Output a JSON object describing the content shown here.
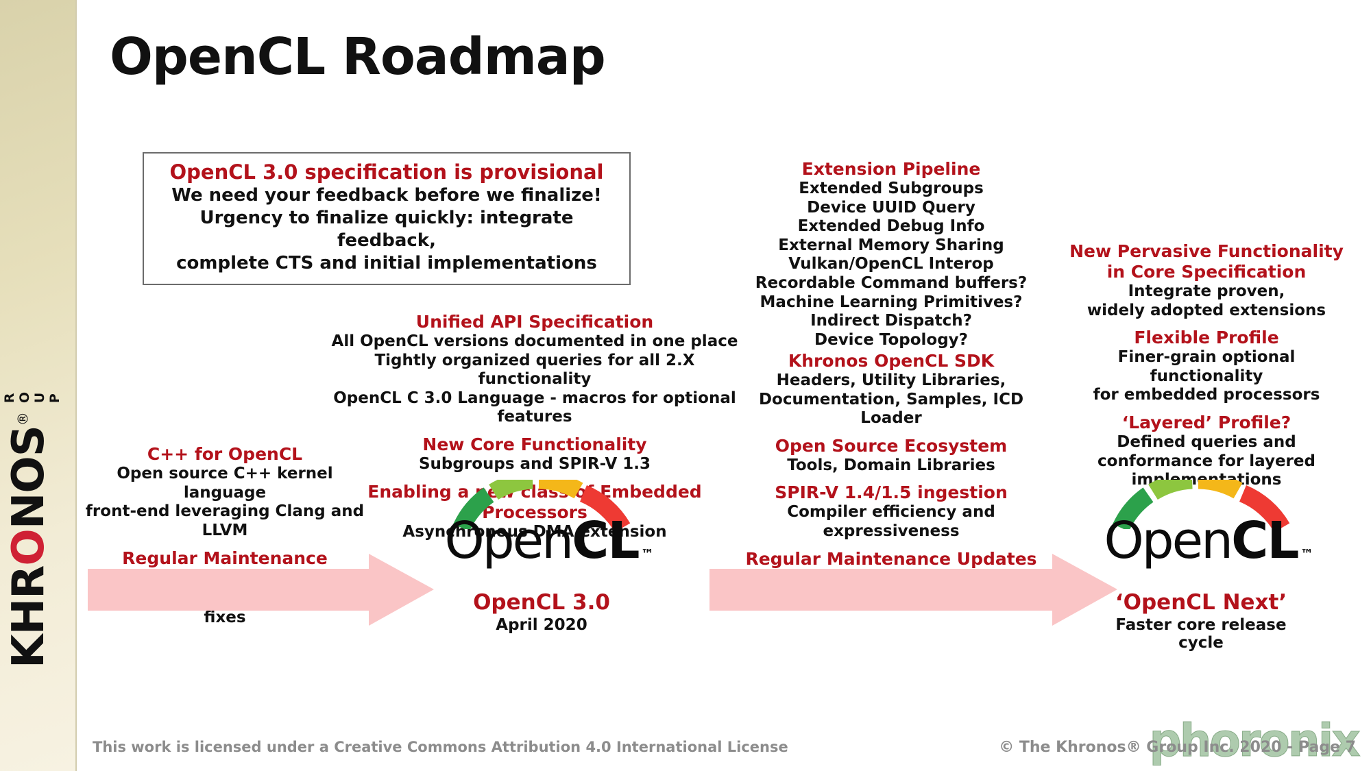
{
  "slide": {
    "title": "OpenCL Roadmap",
    "accent_red": "#b3121b",
    "arrow_color": "#fac5c6",
    "band_color": "#e6dfbb"
  },
  "brand_sidebar": {
    "name": "KHRONOS",
    "registered": "®",
    "group": "G R O U P"
  },
  "callout": {
    "heading": "OpenCL 3.0 specification is provisional",
    "line1": "We need your feedback before we finalize!",
    "line2": "Urgency to finalize quickly: integrate feedback,",
    "line3": "complete CTS and initial implementations"
  },
  "column1": {
    "groups": [
      {
        "heading": "C++ for OpenCL",
        "lines": [
          "Open source C++ kernel language",
          "front-end leveraging Clang and LLVM"
        ]
      },
      {
        "heading": "Regular Maintenance Updates",
        "lines": [
          "Clarifications, formatting, bug fixes"
        ]
      }
    ]
  },
  "column2": {
    "groups": [
      {
        "heading": "Unified API Specification",
        "lines": [
          "All OpenCL versions documented in one place",
          "Tightly organized queries for all 2.X functionality",
          "OpenCL C 3.0 Language - macros for optional features"
        ]
      },
      {
        "heading": "New Core Functionality",
        "lines": [
          "Subgroups and SPIR-V 1.3"
        ]
      },
      {
        "heading": "Enabling a new class of Embedded Processors",
        "lines": [
          "Asynchronous DMA extension"
        ]
      }
    ]
  },
  "column3_top": {
    "heading": "Extension Pipeline",
    "items": [
      "Extended Subgroups",
      "Device UUID Query",
      "Extended Debug Info",
      "External Memory Sharing",
      "Vulkan/OpenCL Interop",
      "Recordable Command buffers?",
      "Machine Learning Primitives?",
      "Indirect Dispatch?",
      "Device Topology?"
    ]
  },
  "column3_bottom": {
    "groups": [
      {
        "heading": "Khronos OpenCL SDK",
        "lines": [
          "Headers, Utility Libraries,",
          "Documentation, Samples, ICD Loader"
        ]
      },
      {
        "heading": "Open Source Ecosystem",
        "lines": [
          "Tools, Domain Libraries"
        ]
      },
      {
        "heading": "SPIR-V 1.4/1.5 ingestion",
        "lines": [
          "Compiler efficiency and expressiveness"
        ]
      },
      {
        "heading": "Regular Maintenance Updates",
        "lines": [
          "Clarifications, formatting, bug fixes"
        ]
      }
    ]
  },
  "column4": {
    "groups": [
      {
        "heading": "New Pervasive Functionality",
        "heading2": "in Core Specification",
        "lines": [
          "Integrate proven,",
          "widely adopted extensions"
        ]
      },
      {
        "heading": "Flexible Profile",
        "lines": [
          "Finer-grain optional functionality",
          "for embedded processors"
        ]
      },
      {
        "heading": "‘Layered’ Profile?",
        "lines": [
          "Defined queries and",
          "conformance for layered",
          "implementations"
        ]
      }
    ]
  },
  "logo_left": {
    "word_open": "Open",
    "word_cl": "CL",
    "tm": "™",
    "version": "OpenCL 3.0",
    "date": "April 2020",
    "arc_colors": [
      "#2ca14b",
      "#8dc63f",
      "#f4b719",
      "#ee3a33"
    ]
  },
  "logo_right": {
    "word_open": "Open",
    "word_cl": "CL",
    "tm": "™",
    "version": "‘OpenCL Next’",
    "date": "Faster core release cycle",
    "arc_colors": [
      "#2ca14b",
      "#8dc63f",
      "#f4b719",
      "#ee3a33"
    ]
  },
  "footer": {
    "license": "This work is licensed under a Creative Commons Attribution 4.0 International License",
    "copyright": "© The Khronos® Group Inc. 2020 - Page 7",
    "watermark": "phoronix"
  }
}
